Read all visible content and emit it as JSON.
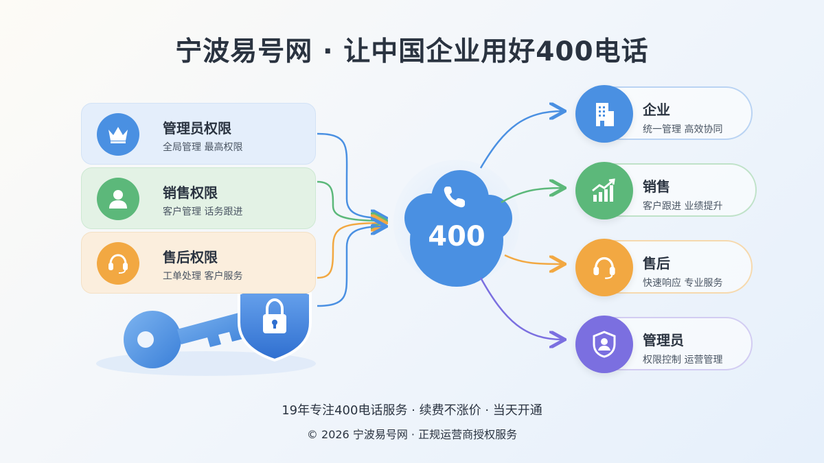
{
  "title": "宁波易号网 · 让中国企业用好400电话",
  "center": {
    "label": "400"
  },
  "left_cards": [
    {
      "title": "管理员权限",
      "subtitle": "全局管理   最高权限",
      "icon": "crown-icon"
    },
    {
      "title": "销售权限",
      "subtitle": "客户管理   话务跟进",
      "icon": "user-icon"
    },
    {
      "title": "售后权限",
      "subtitle": "工单处理   客户服务",
      "icon": "headset-icon"
    }
  ],
  "right_items": [
    {
      "title": "企业",
      "subtitle": "统一管理   高效协同",
      "icon": "building-icon"
    },
    {
      "title": "销售",
      "subtitle": "客户跟进   业绩提升",
      "icon": "growth-chart-icon"
    },
    {
      "title": "售后",
      "subtitle": "快速响应   专业服务",
      "icon": "headset-icon"
    },
    {
      "title": "管理员",
      "subtitle": "权限控制   运营管理",
      "icon": "admin-shield-icon"
    }
  ],
  "decor": {
    "key_icon": "key-icon",
    "lock_icon": "shield-lock-icon",
    "phone_icon": "phone-icon"
  },
  "footer": {
    "line1": "19年专注400电话服务  ·  续费不涨价  ·  当天开通",
    "line2": "© 2026 宁波易号网  ·  正规运营商授权服务"
  },
  "colors": {
    "blue": "#4a90e2",
    "green": "#5cb87a",
    "orange": "#f2a842",
    "purple": "#7b6fe0",
    "title": "#2a3340"
  }
}
